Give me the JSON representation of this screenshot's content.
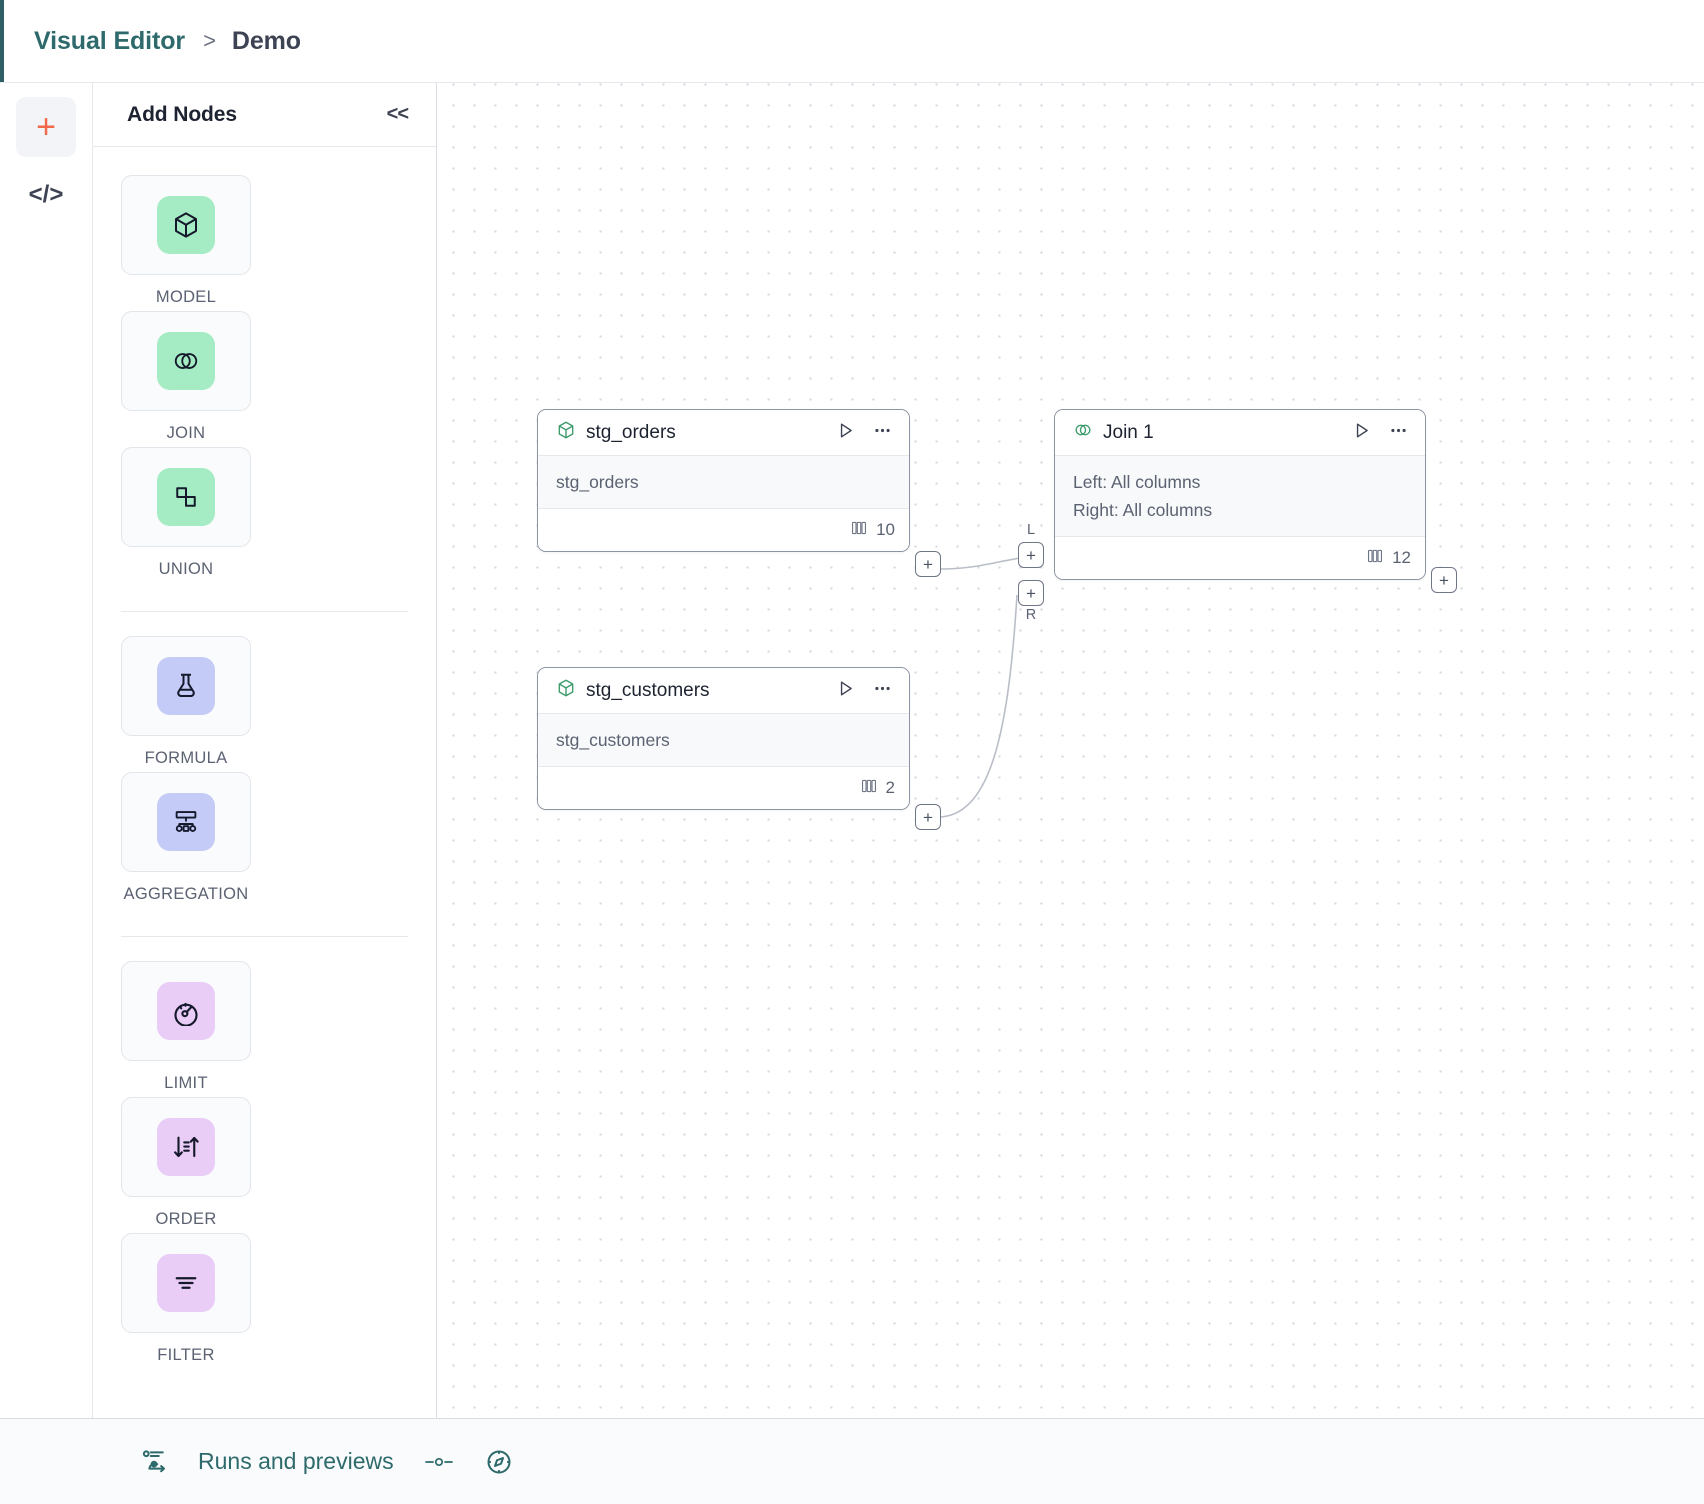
{
  "header": {
    "breadcrumb_root": "Visual Editor",
    "breadcrumb_separator": ">",
    "breadcrumb_current": "Demo"
  },
  "rail": {
    "items": [
      {
        "icon": "plus-icon",
        "glyph": "+",
        "active": true
      },
      {
        "icon": "code-icon",
        "glyph": "</>",
        "active": false
      }
    ]
  },
  "panel": {
    "title": "Add Nodes",
    "collapse_label": "<<",
    "groups": [
      {
        "items": [
          {
            "label": "MODEL",
            "icon": "cube-icon",
            "swatch": "sw-green"
          },
          {
            "label": "JOIN",
            "icon": "venn-icon",
            "swatch": "sw-green"
          },
          {
            "label": "UNION",
            "icon": "union-shapes-icon",
            "swatch": "sw-green"
          }
        ]
      },
      {
        "items": [
          {
            "label": "FORMULA",
            "icon": "flask-icon",
            "swatch": "sw-blue"
          },
          {
            "label": "AGGREGATION",
            "icon": "aggregation-tree-icon",
            "swatch": "sw-blue"
          }
        ]
      },
      {
        "items": [
          {
            "label": "LIMIT",
            "icon": "gauge-icon",
            "swatch": "sw-purple"
          },
          {
            "label": "ORDER",
            "icon": "sort-icon",
            "swatch": "sw-purple"
          },
          {
            "label": "FILTER",
            "icon": "filter-icon",
            "swatch": "sw-purple"
          }
        ]
      }
    ]
  },
  "canvas": {
    "nodes": [
      {
        "id": "stg_orders",
        "type": "model",
        "title": "stg_orders",
        "icon": "cube-icon",
        "body_lines": [
          "stg_orders"
        ],
        "column_count": "10",
        "columns_icon": "columns-icon",
        "run_icon": "play-icon",
        "menu_icon": "more-horizontal-icon"
      },
      {
        "id": "join_1",
        "type": "join",
        "title": "Join 1",
        "icon": "venn-icon",
        "body_lines": [
          "Left: All columns",
          "Right: All columns"
        ],
        "column_count": "12",
        "columns_icon": "columns-icon",
        "run_icon": "play-icon",
        "menu_icon": "more-horizontal-icon",
        "input_port_labels": [
          "L",
          "R"
        ]
      },
      {
        "id": "stg_customers",
        "type": "model",
        "title": "stg_customers",
        "icon": "cube-icon",
        "body_lines": [
          "stg_customers"
        ],
        "column_count": "2",
        "columns_icon": "columns-icon",
        "run_icon": "play-icon",
        "menu_icon": "more-horizontal-icon"
      }
    ],
    "port_glyph": "+"
  },
  "bottombar": {
    "runs_label": "Runs and previews",
    "icons": [
      "runs-flow-icon",
      "slider-icon",
      "compass-icon"
    ]
  },
  "colors": {
    "accent_teal": "#2e6a6b",
    "accent_orange": "#f2684a",
    "model_green": "#a5ecc4",
    "formula_blue": "#c4cbf7",
    "limit_purple": "#eacdf7",
    "node_border": "#8d94a3",
    "canvas_dot": "#d2d6de"
  }
}
